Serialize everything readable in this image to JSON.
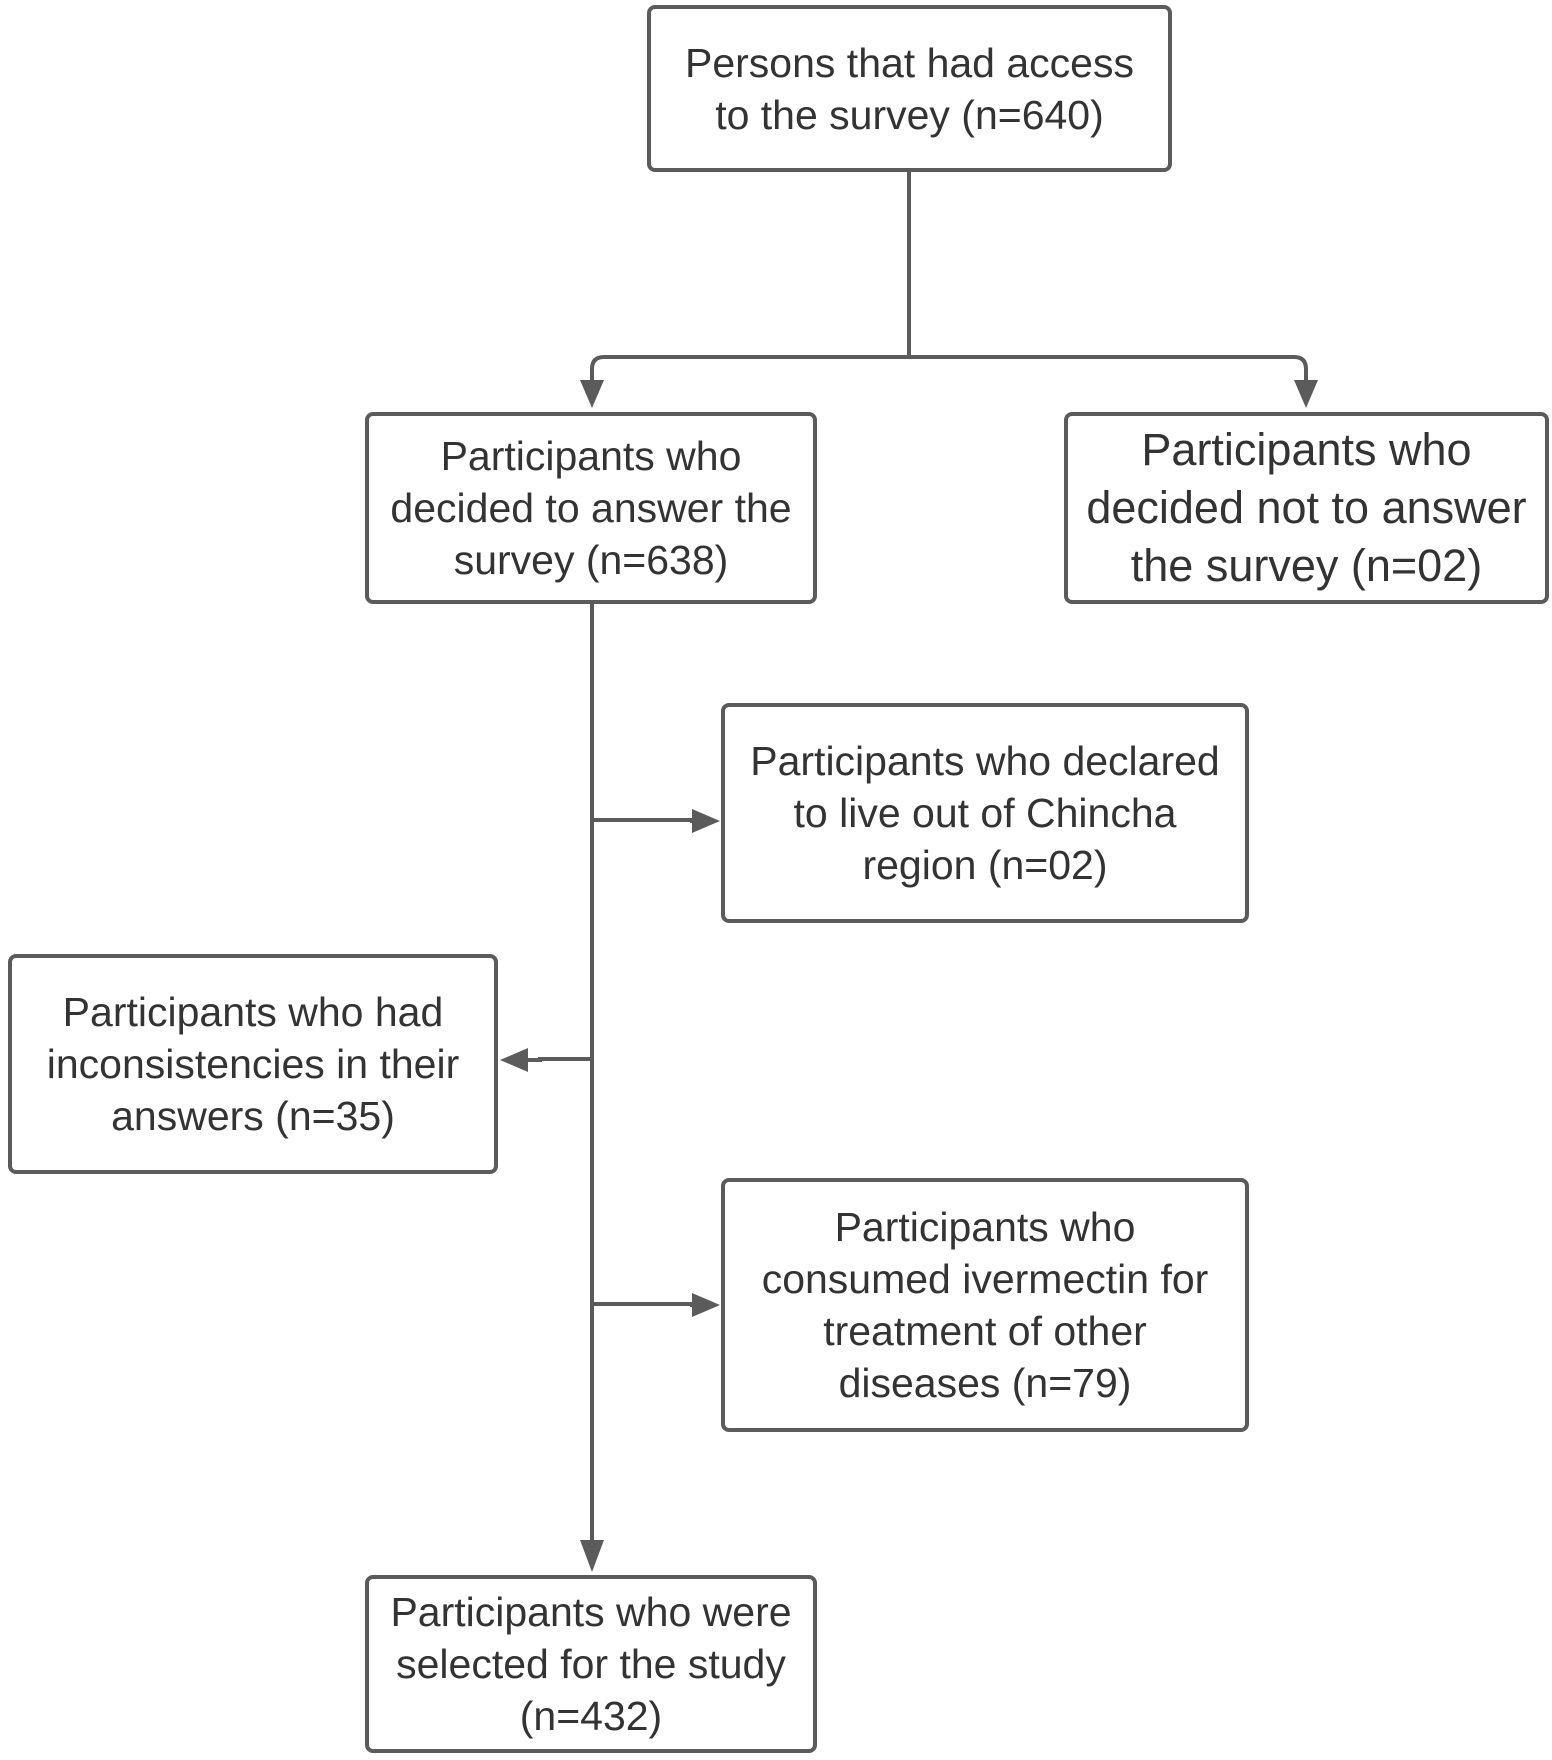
{
  "diagram": {
    "colors": {
      "line": "#5b5b5b",
      "text": "#333333",
      "box_border": "#5b5b5b",
      "background": "#ffffff"
    },
    "boxes": {
      "access": "Persons that had access\nto the survey (n=640)",
      "answered": "Participants who\ndecided to answer the\nsurvey (n=638)",
      "not_answered": "Participants who\ndecided not to answer\nthe survey (n=02)",
      "out_of_region": "Participants who declared\nto live out of Chincha\nregion (n=02)",
      "inconsistencies": "Participants who had\ninconsistencies in their\nanswers (n=35)",
      "other_diseases": "Participants who\nconsumed ivermectin for\ntreatment of other\ndiseases (n=79)",
      "selected": "Participants who were\nselected for the study\n(n=432)"
    }
  }
}
